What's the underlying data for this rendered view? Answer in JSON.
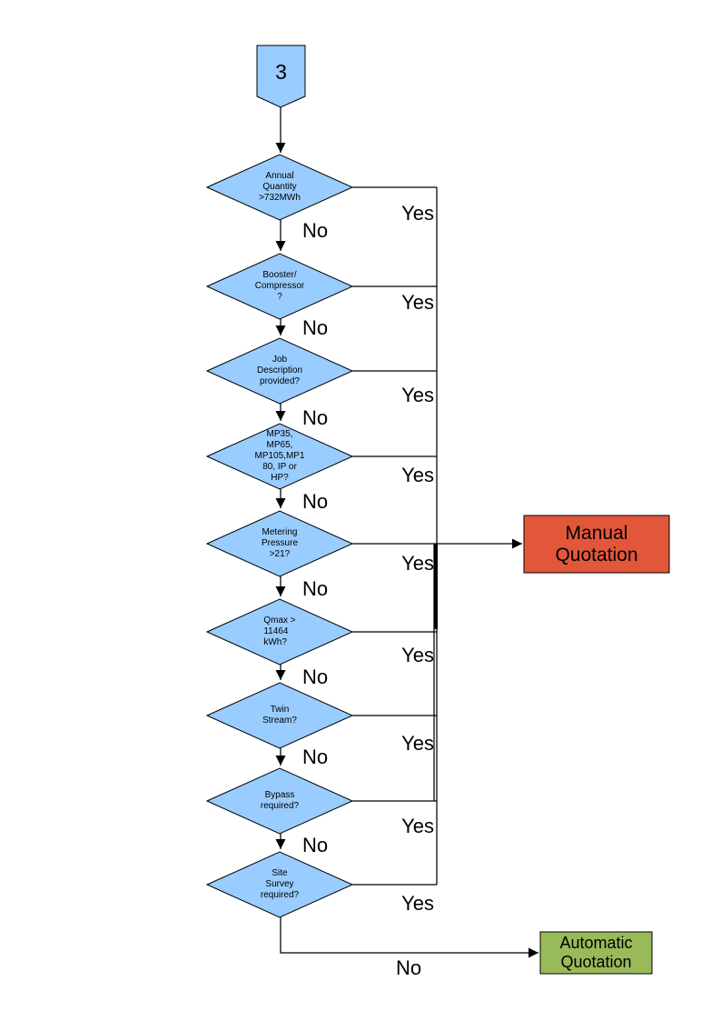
{
  "colors": {
    "node_fill": "#99CCFF",
    "node_border": "#000000",
    "manual_fill": "#E2573A",
    "automatic_fill": "#99BA58",
    "line": "#000000",
    "text": "#000000",
    "background": "#FFFFFF"
  },
  "connector": {
    "label": "3"
  },
  "decisions": [
    {
      "label": "Annual\nQuantity\n>732MWh",
      "yes_label": "Yes",
      "no_label": "No"
    },
    {
      "label": "Booster/\nCompressor\n?",
      "yes_label": "Yes",
      "no_label": "No"
    },
    {
      "label": "Job\nDescription\nprovided?",
      "yes_label": "Yes",
      "no_label": "No"
    },
    {
      "label": "MP35,\nMP65,\nMP105,MP1\n80, IP or\nHP?",
      "yes_label": "Yes",
      "no_label": "No"
    },
    {
      "label": "Metering\nPressure\n>21?",
      "yes_label": "Yes",
      "no_label": "No"
    },
    {
      "label": "Qmax >\n11464\nkWh?",
      "yes_label": "Yes",
      "no_label": "No"
    },
    {
      "label": "Twin\nStream?",
      "yes_label": "Yes",
      "no_label": "No"
    },
    {
      "label": "Bypass\nrequired?",
      "yes_label": "Yes",
      "no_label": "No"
    },
    {
      "label": "Site\nSurvey\nrequired?",
      "yes_label": "Yes",
      "no_label": "No"
    }
  ],
  "outcomes": {
    "manual": {
      "label": "Manual\nQuotation"
    },
    "automatic": {
      "label": "Automatic\nQuotation"
    }
  }
}
